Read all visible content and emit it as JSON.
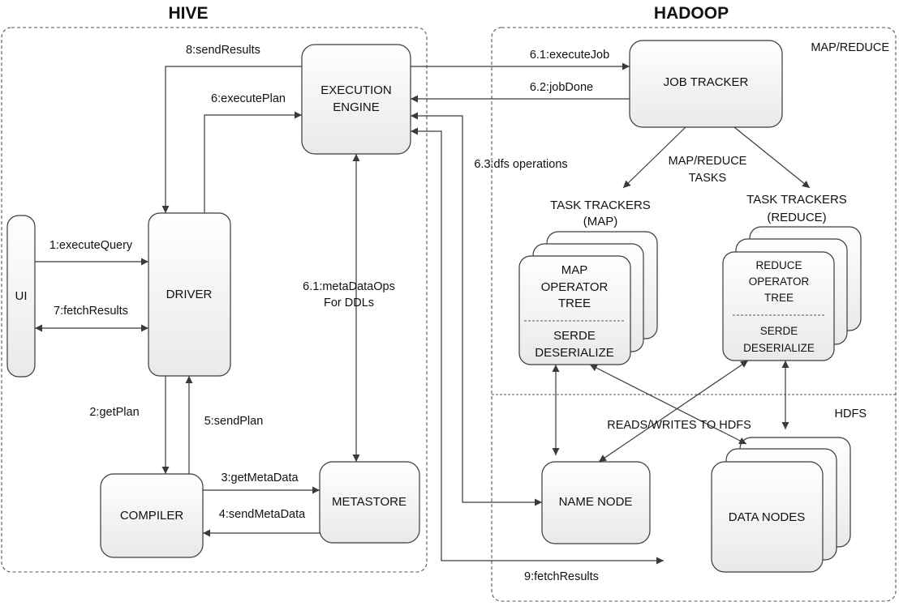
{
  "headings": {
    "hive": "HIVE",
    "hadoop": "HADOOP"
  },
  "regions": {
    "mapreduce": "MAP/REDUCE",
    "hdfs": "HDFS"
  },
  "boxes": {
    "ui": "UI",
    "driver": "DRIVER",
    "compiler": "COMPILER",
    "metastore": "METASTORE",
    "execution_engine": [
      "EXECUTION",
      "ENGINE"
    ],
    "job_tracker": "JOB TRACKER",
    "name_node": "NAME NODE",
    "data_nodes": "DATA NODES"
  },
  "task_trackers": {
    "map_title": [
      "TASK TRACKERS",
      "(MAP)"
    ],
    "reduce_title": [
      "TASK TRACKERS",
      "(REDUCE)"
    ],
    "map_operator": [
      "MAP",
      "OPERATOR",
      "TREE"
    ],
    "map_serde": [
      "SERDE",
      "DESERIALIZE"
    ],
    "reduce_operator": [
      "REDUCE",
      "OPERATOR",
      "TREE"
    ],
    "reduce_serde": [
      "SERDE",
      "DESERIALIZE"
    ]
  },
  "labels": {
    "execute_query": "1:executeQuery",
    "get_plan": "2:getPlan",
    "get_metadata": "3:getMetaData",
    "send_metadata": "4:sendMetaData",
    "send_plan": "5:sendPlan",
    "execute_plan": "6:executePlan",
    "execute_job": "6.1:executeJob",
    "job_done": "6.2:jobDone",
    "dfs_operations": "6.3:dfs operations",
    "metadata_ops": [
      "6.1:metaDataOps",
      "For DDLs"
    ],
    "fetch_results_7": "7:fetchResults",
    "send_results": "8:sendResults",
    "fetch_results_9": "9:fetchResults",
    "mapreduce_tasks": [
      "MAP/REDUCE",
      "TASKS"
    ],
    "reads_writes": "READS/WRITES TO HDFS"
  }
}
